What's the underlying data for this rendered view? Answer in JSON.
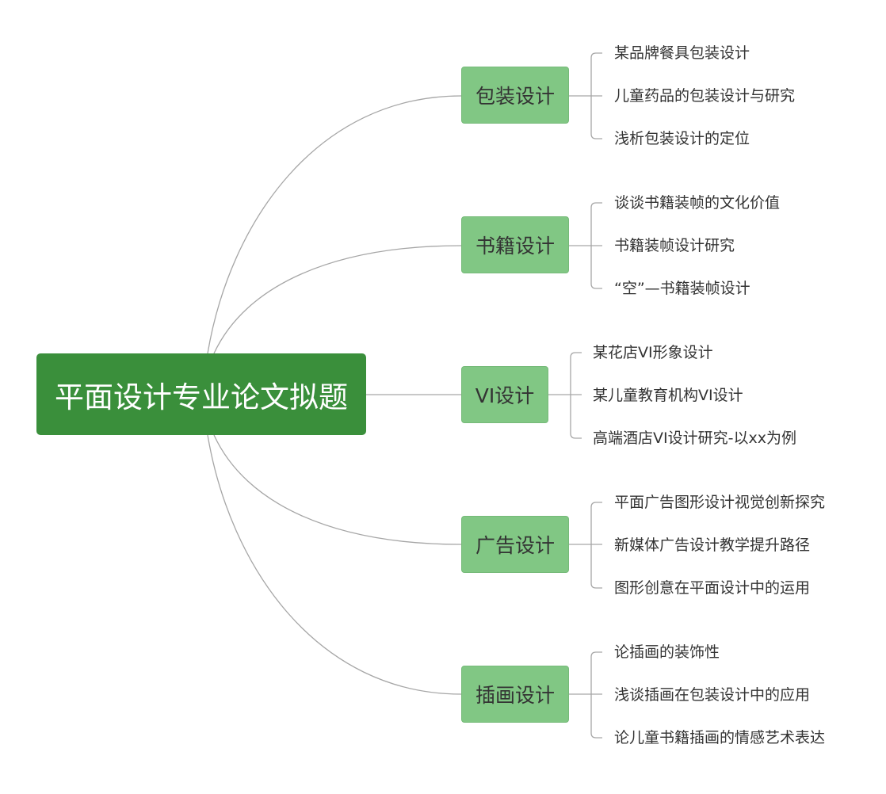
{
  "root": {
    "label": "平面设计专业论文拟题"
  },
  "branches": [
    {
      "label": "包装设计",
      "children": [
        "某品牌餐具包装设计",
        "儿童药品的包装设计与研究",
        "浅析包装设计的定位"
      ]
    },
    {
      "label": "书籍设计",
      "children": [
        "谈谈书籍装帧的文化价值",
        "书籍装帧设计研究",
        "“空”—书籍装帧设计"
      ]
    },
    {
      "label": "VI设计",
      "children": [
        "某花店VI形象设计",
        "某儿童教育机构VI设计",
        "高端酒店VI设计研究-以xx为例"
      ]
    },
    {
      "label": "广告设计",
      "children": [
        "平面广告图形设计视觉创新探究",
        "新媒体广告设计教学提升路径",
        "图形创意在平面设计中的运用"
      ]
    },
    {
      "label": "插画设计",
      "children": [
        "论插画的装饰性",
        "浅谈插画在包装设计中的应用",
        "论儿童书籍插画的情感艺术表达"
      ]
    }
  ],
  "colors": {
    "root_fill": "#3a8f3b",
    "branch_fill": "#81c784",
    "connector": "#a6a6a6",
    "text": "#333333"
  }
}
